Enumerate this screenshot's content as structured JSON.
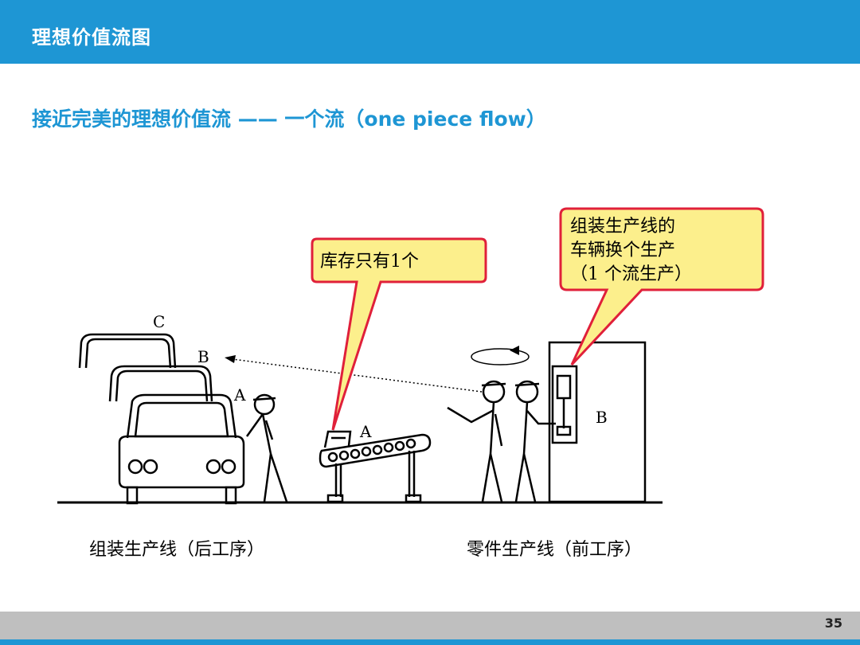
{
  "header": {
    "title": "理想价值流图"
  },
  "subtitle": "接近完美的理想价值流 —— 一个流（one piece flow）",
  "callouts": {
    "inventory": "库存只有1个",
    "changeover": [
      "组装生产线的",
      "车辆换个生产",
      "（1 个流生产）"
    ]
  },
  "diagram_labels": {
    "car_c": "C",
    "car_b": "B",
    "car_a": "A",
    "conveyor_part": "A",
    "machine_part": "B"
  },
  "captions": {
    "assembly_line": "组装生产线（后工序）",
    "parts_line": "零件生产线（前工序）"
  },
  "footer": {
    "page_number": "35"
  },
  "colors": {
    "header_blue": "#1e96d4",
    "callout_fill": "#fcef8c",
    "callout_border": "#e0203a",
    "footer_gray": "#bfbfbf"
  }
}
